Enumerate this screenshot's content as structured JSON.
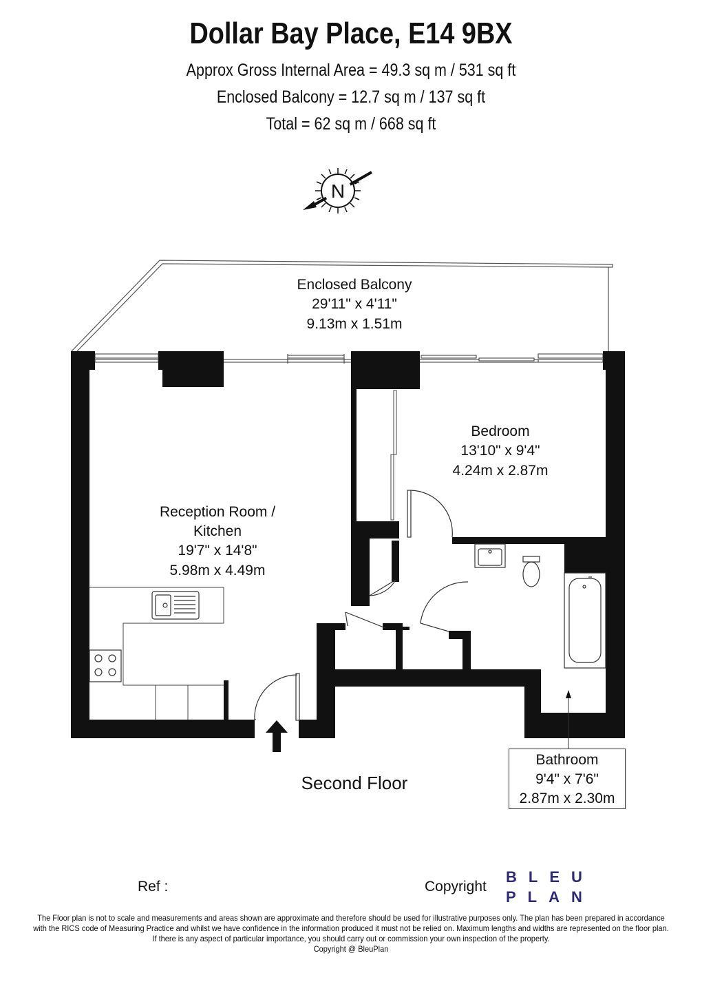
{
  "header": {
    "title": "Dollar Bay Place, E14 9BX",
    "gross_area": "Approx Gross Internal Area = 49.3 sq m / 531 sq ft",
    "balcony_area": "Enclosed Balcony = 12.7 sq m / 137 sq ft",
    "total_area": "Total = 62 sq m / 668 sq ft"
  },
  "compass": {
    "label": "N"
  },
  "rooms": {
    "balcony": {
      "name": "Enclosed Balcony",
      "imperial": "29'11\" x 4'11\"",
      "metric": "9.13m x 1.51m"
    },
    "bedroom": {
      "name": "Bedroom",
      "imperial": "13'10\" x 9'4\"",
      "metric": "4.24m x 2.87m"
    },
    "reception": {
      "name_line1": "Reception Room /",
      "name_line2": "Kitchen",
      "imperial": "19'7\" x 14'8\"",
      "metric": "5.98m x 4.49m"
    },
    "bathroom": {
      "name": "Bathroom",
      "imperial": "9'4\" x 7'6\"",
      "metric": "2.87m x 2.30m"
    }
  },
  "floor_label": "Second Floor",
  "footer": {
    "ref_label": "Ref  :",
    "copyright_label": "Copyright",
    "logo_line1": "BLEU",
    "logo_line2": "PLAN",
    "brand_color": "#2e2a78",
    "disclaimer_lines": [
      "The Floor plan is not to scale and measurements and areas shown are approximate and therefore should be used for illustrative purposes only. The plan has been prepared in accordance",
      "with the RICS code of Measuring Practice and whilst we have confidence in the information produced it must not be relied on. Maximum lengths and widths are represented on the floor plan.",
      "If there is any aspect of particular importance, you should carry out or commission your own inspection of the property.",
      "Copyright @ BleuPlan"
    ]
  }
}
